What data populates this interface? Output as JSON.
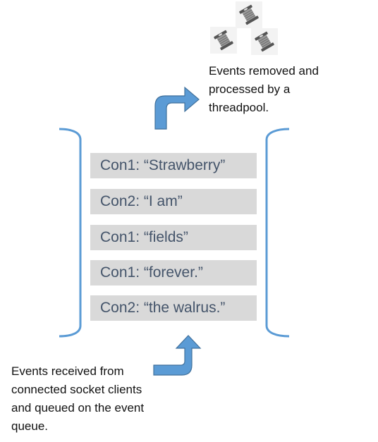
{
  "caption_top": "Events removed and\nprocessed by a\nthreadpool.",
  "caption_bottom": "Events received from\nconnected socket clients\nand queued on the event\nqueue.",
  "queue": [
    "Con1: “Strawberry”",
    "Con2: “I am”",
    "Con1: “fields”",
    "Con1: “forever.”",
    "Con2: “the walrus.”"
  ],
  "icons": [
    "thread-spool-icon",
    "thread-spool-icon",
    "thread-spool-icon"
  ],
  "colors": {
    "bracket": "#5b9bd5",
    "arrow_fill": "#5b9bd5",
    "arrow_stroke": "#41719c",
    "item_bg": "#d9d9d9",
    "item_text": "#44546a"
  }
}
